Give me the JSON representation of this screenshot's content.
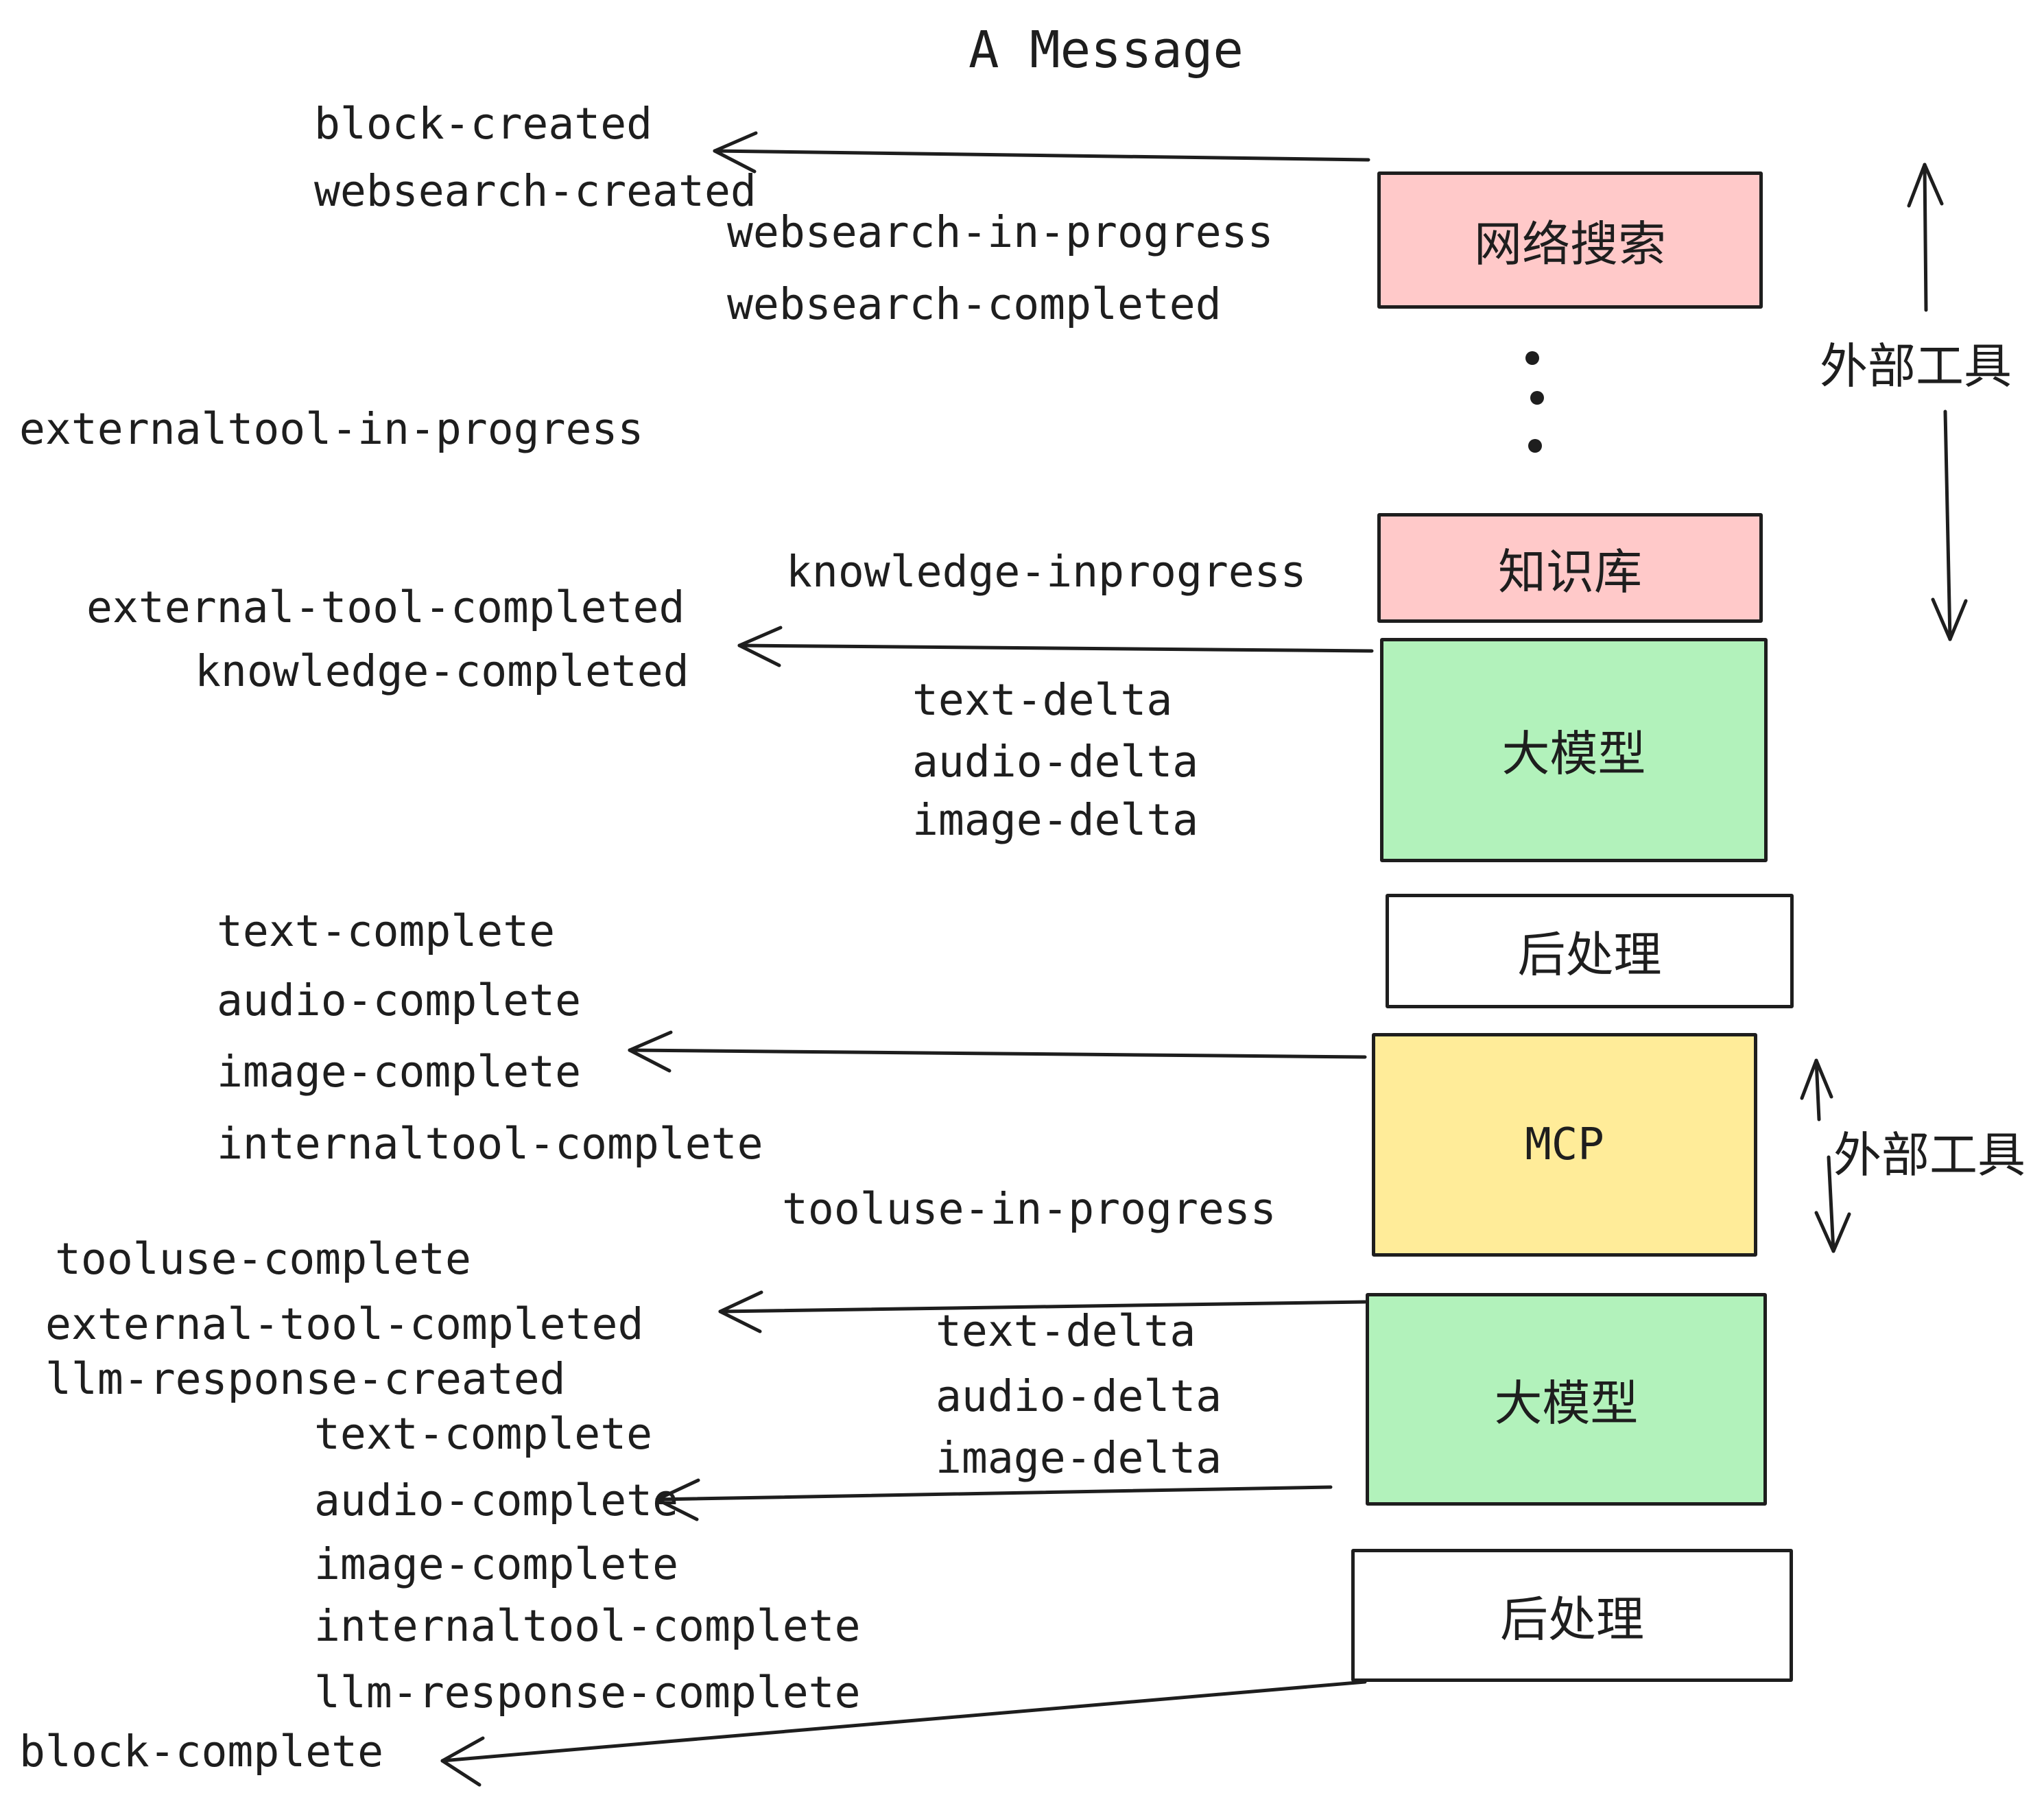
{
  "title": "A Message",
  "colors": {
    "ink": "#1e1e1e",
    "box_pink": "#ffc9c9",
    "box_green": "#b2f2bb",
    "box_yellow": "#ffec99",
    "box_white": "#ffffff",
    "background": "#ffffff"
  },
  "boxes": [
    {
      "id": "websearch",
      "label": "网络搜索"
    },
    {
      "id": "knowledge",
      "label": "知识库"
    },
    {
      "id": "llm-1",
      "label": "大模型"
    },
    {
      "id": "postprocess-1",
      "label": "后处理"
    },
    {
      "id": "mcp",
      "label": "MCP"
    },
    {
      "id": "llm-2",
      "label": "大模型"
    },
    {
      "id": "postprocess-2",
      "label": "后处理"
    }
  ],
  "side_annotations": [
    {
      "id": "external-tools-1",
      "label": "外部工具"
    },
    {
      "id": "external-tools-2",
      "label": "外部工具"
    }
  ],
  "events": [
    {
      "text": "block-created"
    },
    {
      "text": "websearch-created"
    },
    {
      "text": "websearch-in-progress"
    },
    {
      "text": "websearch-completed"
    },
    {
      "text": "externaltool-in-progress"
    },
    {
      "text": "knowledge-inprogress"
    },
    {
      "text": "external-tool-completed"
    },
    {
      "text": "knowledge-completed"
    },
    {
      "text": "text-delta"
    },
    {
      "text": "audio-delta"
    },
    {
      "text": "image-delta"
    },
    {
      "text": "text-complete"
    },
    {
      "text": "audio-complete"
    },
    {
      "text": "image-complete"
    },
    {
      "text": "internaltool-complete"
    },
    {
      "text": "tooluse-in-progress"
    },
    {
      "text": "tooluse-complete"
    },
    {
      "text": "external-tool-completed"
    },
    {
      "text": "llm-response-created"
    },
    {
      "text": "text-complete"
    },
    {
      "text": "audio-complete"
    },
    {
      "text": "image-complete"
    },
    {
      "text": "internaltool-complete"
    },
    {
      "text": "llm-response-complete"
    },
    {
      "text": "block-complete"
    }
  ]
}
